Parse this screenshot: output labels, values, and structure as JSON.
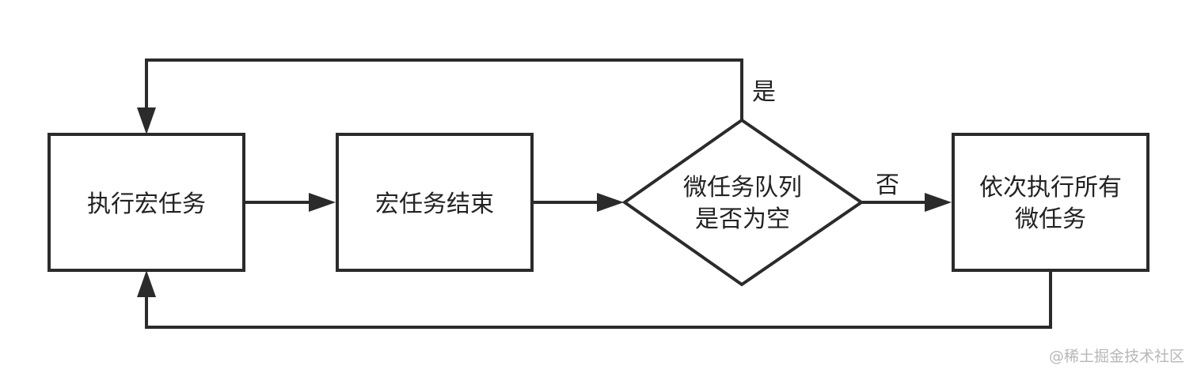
{
  "diagram": {
    "nodes": {
      "execute_macrotask": {
        "label": "执行宏任务"
      },
      "macrotask_end": {
        "label": "宏任务结束"
      },
      "queue_empty_check": {
        "line1": "微任务队列",
        "line2": "是否为空"
      },
      "run_microtasks": {
        "line1": "依次执行所有",
        "line2": "微任务"
      }
    },
    "edges": {
      "yes_label": "是",
      "no_label": "否"
    },
    "colors": {
      "stroke": "#2b2b2b",
      "text": "#222222",
      "watermark": "#b7b7b7"
    }
  },
  "watermark": {
    "text": "@稀土掘金技术社区"
  }
}
